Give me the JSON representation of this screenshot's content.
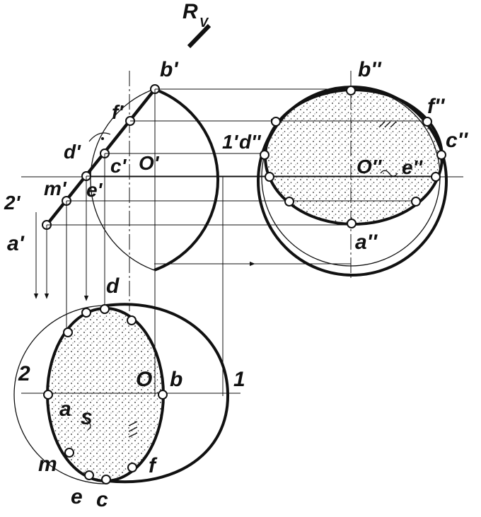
{
  "labels": {
    "plane": "R",
    "plane_sub": "V",
    "b1": "b'",
    "f1": "f'",
    "d1": "d'",
    "c1": "c'",
    "o1": "O'",
    "e1": "e'",
    "m1": "m'",
    "two1": "2'",
    "a1": "a'",
    "one1": "1'",
    "b2": "b''",
    "f2": "f''",
    "d2": "d''",
    "c2": "c''",
    "o2": "O''",
    "e2": "e''",
    "a2": "a''",
    "d": "d",
    "two": "2",
    "a": "a",
    "s": "S",
    "o": "O",
    "b": "b",
    "one": "1",
    "m": "m",
    "e": "e",
    "c": "c",
    "f": "f"
  },
  "colors": {
    "ink": "#111111",
    "paper": "#ffffff",
    "stipple": "#222222"
  }
}
